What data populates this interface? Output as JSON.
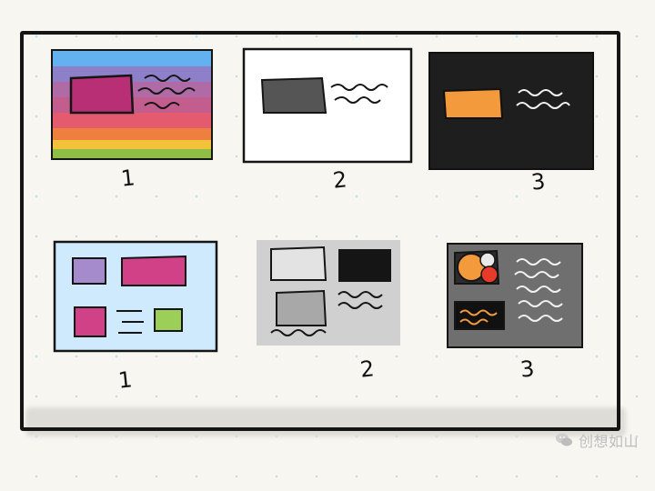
{
  "watermark": {
    "text": "创想如山",
    "icon": "wechat-icon"
  },
  "rows": [
    {
      "labels": [
        "1",
        "2",
        "3"
      ]
    },
    {
      "labels": [
        "1",
        "2",
        "3"
      ]
    }
  ],
  "colors": {
    "ink": "#151515",
    "rainbow": [
      "#63b2ef",
      "#8e80c8",
      "#b06aa6",
      "#e45a6f",
      "#ef7f3f",
      "#f2c23b",
      "#8fbe47"
    ],
    "pink": "#d14188",
    "orange": "#f39a3c",
    "lavender": "#a68bcc",
    "lightgreen": "#9ccf57",
    "lightblue": "#cfeafc",
    "gray_panel": "#d0d0d0",
    "dark_panel": "#2a2a2a",
    "mid_gray": "#6f6f6f",
    "red": "#e63a2b"
  }
}
